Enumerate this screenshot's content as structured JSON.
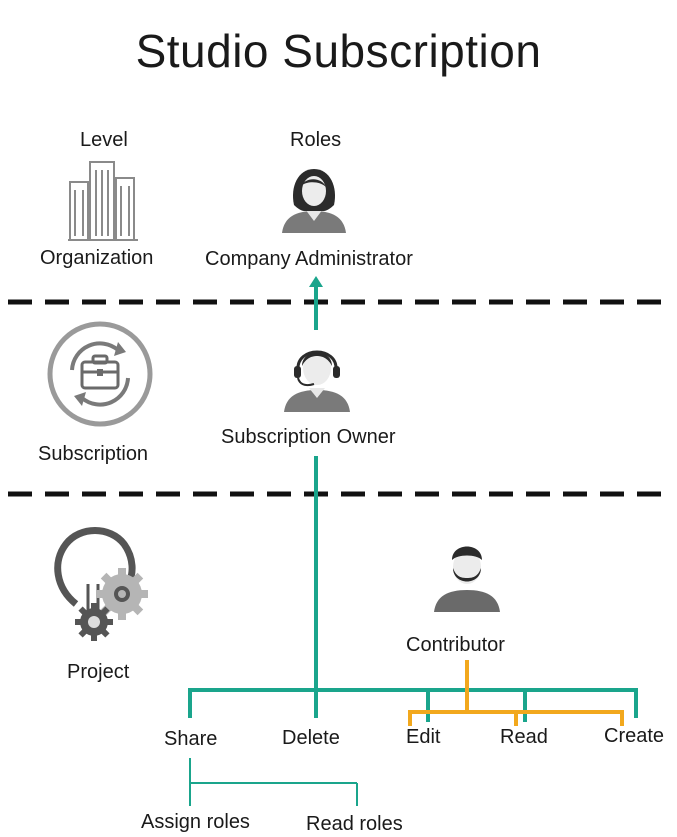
{
  "title": "Studio Subscription",
  "headers": {
    "level": "Level",
    "roles": "Roles"
  },
  "levels": {
    "organization": "Organization",
    "subscription": "Subscription",
    "project": "Project"
  },
  "roles": {
    "company_admin": "Company Administrator",
    "subscription_owner": "Subscription Owner",
    "contributor": "Contributor"
  },
  "permissions": {
    "share": "Share",
    "delete": "Delete",
    "edit": "Edit",
    "read": "Read",
    "create": "Create"
  },
  "share_permissions": {
    "assign_roles": "Assign roles",
    "read_roles": "Read roles"
  },
  "colors": {
    "owner_line": "#1aa58c",
    "contributor_line": "#f2a81d",
    "divider": "#111111",
    "icon_gray": "#8a8a8a"
  },
  "icons": {
    "organization": "buildings-icon",
    "subscription": "briefcase-cycle-icon",
    "project": "lightbulb-gear-icon",
    "company_admin": "female-avatar-icon",
    "subscription_owner": "headset-avatar-icon",
    "contributor": "bearded-avatar-icon"
  }
}
